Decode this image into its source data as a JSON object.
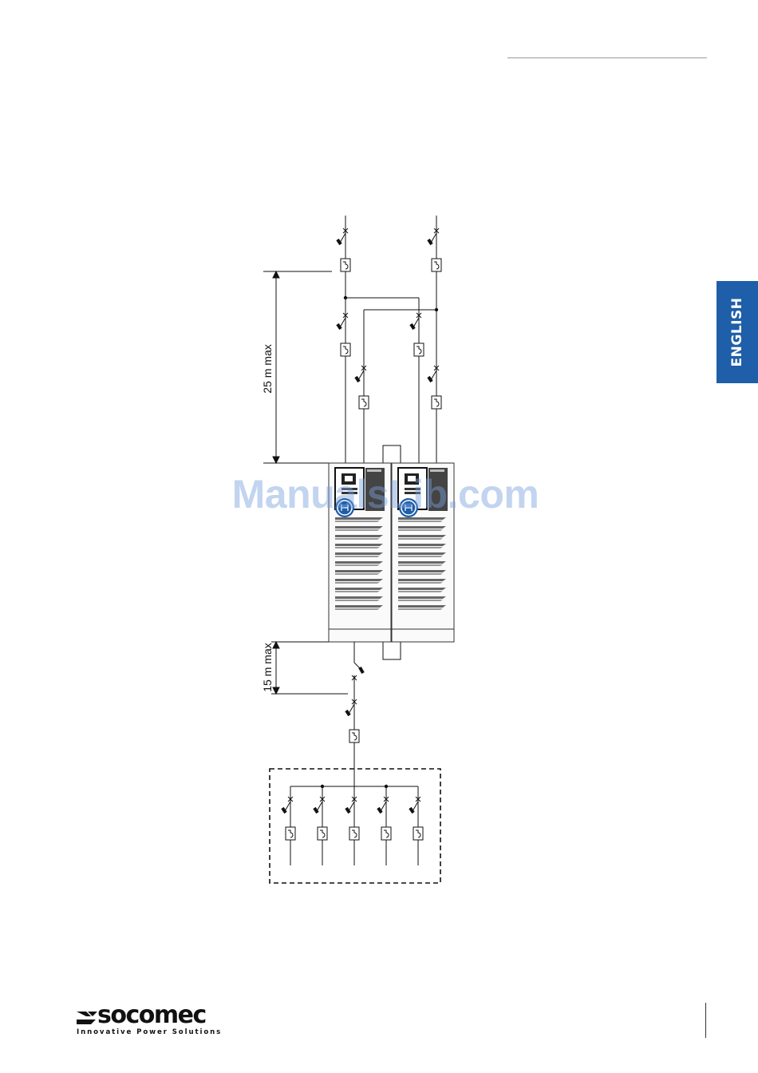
{
  "header": {
    "language_tab": "ENGLISH"
  },
  "diagram": {
    "dimension_upper": "25 m max",
    "dimension_lower": "15 m max",
    "distribution_outputs": 5
  },
  "watermark": {
    "text": "ManualsLib.com"
  },
  "footer": {
    "brand": "socomec",
    "tagline": "Innovative Power Solutions"
  },
  "colors": {
    "accent": "#1f5ea8",
    "line": "#111111",
    "watermark": "#78a0dc"
  }
}
